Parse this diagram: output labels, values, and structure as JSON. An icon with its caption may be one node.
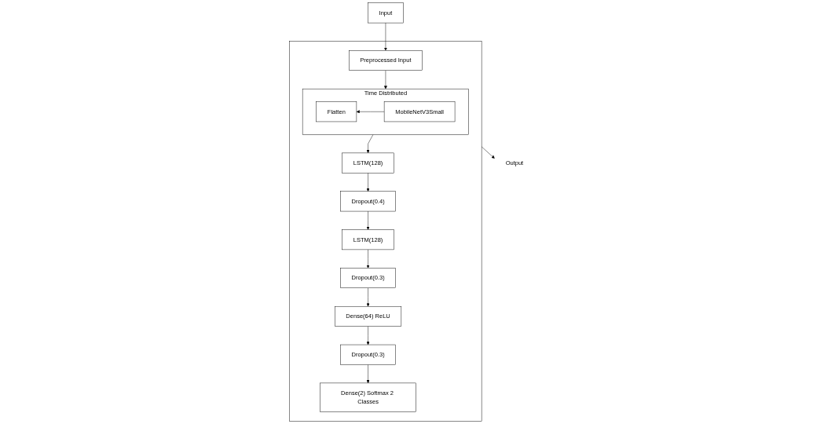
{
  "diagram": {
    "nodes": [
      {
        "text": [
          "Input"
        ]
      },
      {
        "text": [],
        "shape": "box"
      },
      {
        "text": [
          "Preprocessed Input"
        ],
        "in": 1
      },
      {
        "text": [
          "Time Distributed"
        ],
        "in": 1
      },
      {
        "text": [
          "Flatten"
        ],
        "in": 3
      },
      {
        "text": [
          "MobileNetV3Small"
        ],
        "in": 3
      },
      {
        "text": [
          "LSTM(128)"
        ],
        "in": 1
      },
      {
        "text": [
          "Dropout(0.4)"
        ],
        "in": 1
      },
      {
        "text": [
          "LSTM(128)"
        ],
        "in": 1
      },
      {
        "text": [
          "Dropout(0.3)"
        ],
        "in": 1
      },
      {
        "text": [
          "Dense(64) ReLU"
        ],
        "in": 1
      },
      {
        "text": [
          "Dropout(0.3)"
        ],
        "in": 1
      },
      {
        "text": [
          "Dense(2) Softmax 2 Classes"
        ],
        "in": 1
      },
      {
        "text": [
          "Output"
        ]
      }
    ],
    "edges": [
      {
        "from": 0,
        "to": 2,
        "arrow": "to"
      },
      {
        "from": 2,
        "to": 3,
        "arrow": "to"
      },
      {
        "from": 5,
        "to": 4,
        "arrow": "to"
      },
      {
        "from": 3,
        "to": 8,
        "arrow": "to"
      },
      {
        "from": 8,
        "to": 7,
        "arrow": "to"
      },
      {
        "from": 7,
        "to": 6,
        "arrow": "to"
      },
      {
        "from": 6,
        "to": 9,
        "arrow": "to"
      },
      {
        "from": 9,
        "to": 10,
        "arrow": "to"
      },
      {
        "from": 10,
        "to": 11,
        "arrow": "to"
      },
      {
        "from": 11,
        "to": 12,
        "arrow": "to"
      },
      {
        "from": 1,
        "to": 13,
        "arrow": "to"
      }
    ]
  }
}
